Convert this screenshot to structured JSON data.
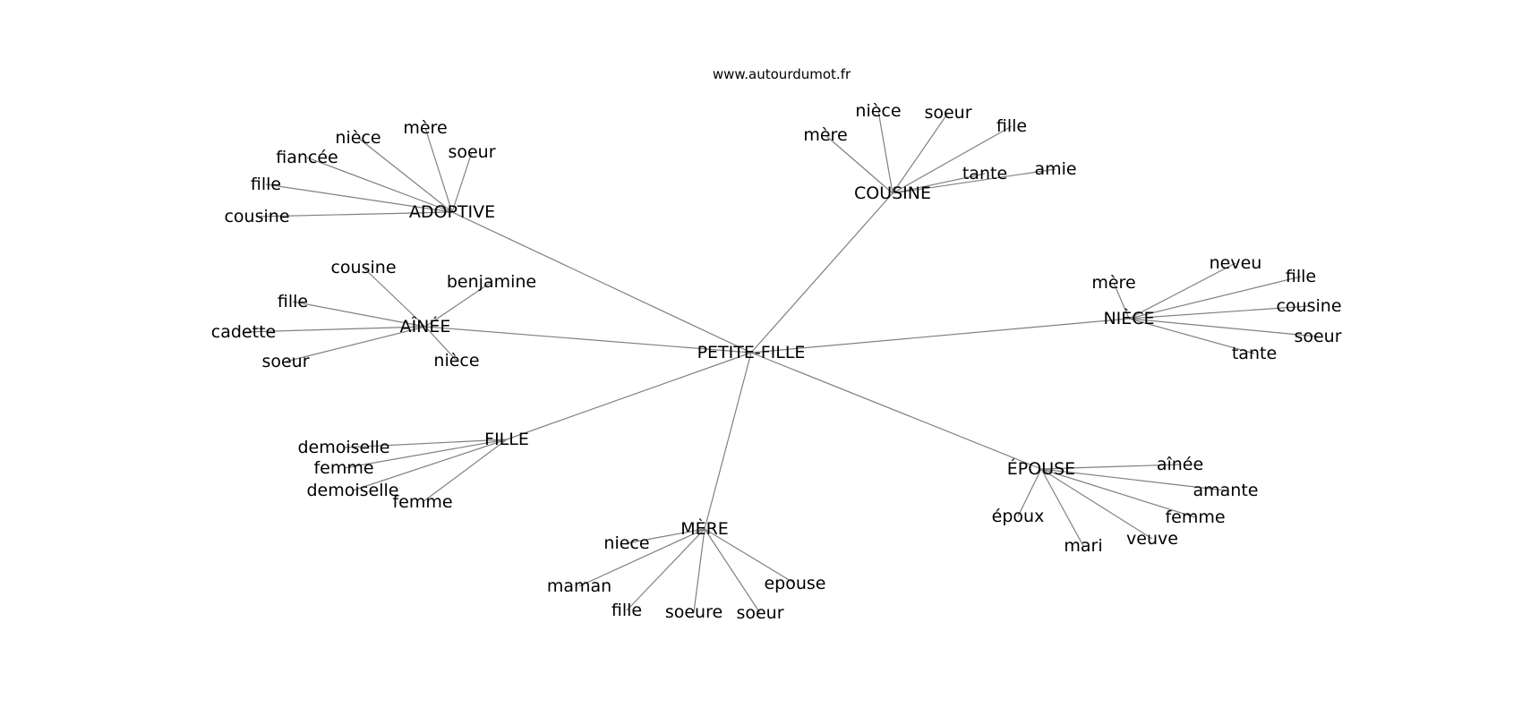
{
  "source_label": "www.autourdumot.fr",
  "graph": {
    "center": "PETITE-FILLE",
    "hubs": [
      {
        "label": "ADOPTIVE",
        "leaves": [
          "mère",
          "nièce",
          "soeur",
          "fiancée",
          "fille",
          "cousine"
        ]
      },
      {
        "label": "COUSINE",
        "leaves": [
          "nièce",
          "soeur",
          "mère",
          "fille",
          "tante",
          "amie"
        ]
      },
      {
        "label": "AÎNÉE",
        "leaves": [
          "cousine",
          "benjamine",
          "fille",
          "cadette",
          "soeur",
          "nièce"
        ]
      },
      {
        "label": "NIÈCE",
        "leaves": [
          "neveu",
          "mère",
          "fille",
          "cousine",
          "soeur",
          "tante"
        ]
      },
      {
        "label": "FILLE",
        "leaves": [
          "demoiselle",
          "femme",
          "demoiselle",
          "femme"
        ]
      },
      {
        "label": "ÉPOUSE",
        "leaves": [
          "aînée",
          "amante",
          "époux",
          "femme",
          "veuve",
          "mari"
        ]
      },
      {
        "label": "MÈRE",
        "leaves": [
          "niece",
          "maman",
          "epouse",
          "fille",
          "soeure",
          "soeur"
        ]
      }
    ]
  }
}
